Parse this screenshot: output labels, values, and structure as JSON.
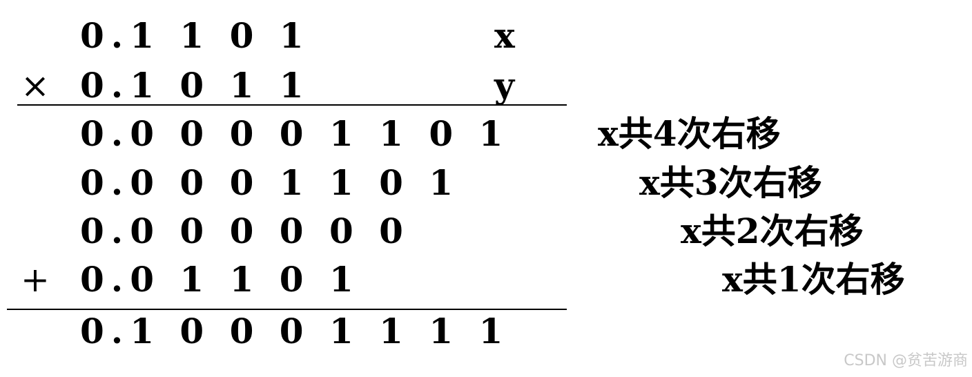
{
  "multiplicand": {
    "digits": "0.1 1 0 1",
    "label": "x"
  },
  "multiplier": {
    "operator": "×",
    "digits": "0.1 0 1 1",
    "label": "y"
  },
  "partial_products": [
    {
      "digits": "0.0 0 0 0 1 1 0 1",
      "note": "x共4次右移"
    },
    {
      "digits": "0.0 0 0 1 1 0 1",
      "note": "x共3次右移"
    },
    {
      "digits": "0.0 0 0 0 0 0",
      "note": "x共2次右移"
    },
    {
      "operator": "+",
      "digits": "0.0 1 1 0 1",
      "note": "x共1次右移"
    }
  ],
  "result": {
    "digits": "0.1 0 0 0 1 1 1 1"
  },
  "watermark": "CSDN @贫苦游商"
}
